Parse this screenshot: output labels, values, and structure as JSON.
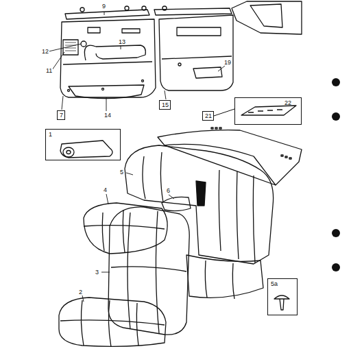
{
  "diagram": {
    "nodes": [
      {
        "text": [
          "7"
        ]
      },
      {
        "text": [
          "15"
        ]
      },
      {
        "text": [
          "1"
        ]
      },
      {
        "text": [
          "21"
        ]
      },
      {
        "text": [
          "22"
        ]
      },
      {
        "text": [
          "5a"
        ]
      }
    ],
    "edges": [
      {
        "from": 3,
        "to": 4,
        "arrow": "none"
      }
    ],
    "labels": [
      "9",
      "12",
      "11",
      "13",
      "14",
      "19",
      "5",
      "4",
      "6",
      "3",
      "2"
    ]
  }
}
